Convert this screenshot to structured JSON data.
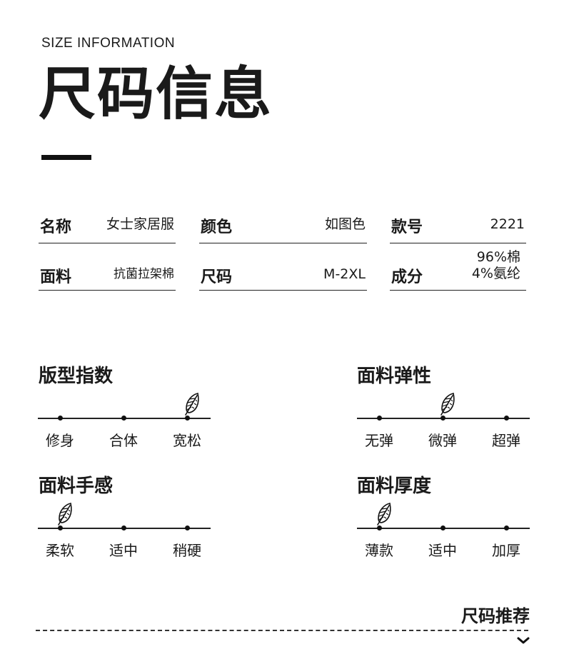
{
  "header": {
    "eyebrow": "SIZE INFORMATION",
    "title": "尺码信息"
  },
  "specs": [
    {
      "key": "名称",
      "value": "女士家居服"
    },
    {
      "key": "颜色",
      "value": "如图色"
    },
    {
      "key": "款号",
      "value": "2221"
    },
    {
      "key": "面料",
      "value": "抗菌拉架棉"
    },
    {
      "key": "尺码",
      "value": "M-2XL"
    },
    {
      "key": "成分",
      "value_lines": [
        "96%棉",
        "4%氨纶"
      ]
    }
  ],
  "scales": [
    {
      "title": "版型指数",
      "options": [
        "修身",
        "合体",
        "宽松"
      ],
      "selected_index": 2
    },
    {
      "title": "面料弹性",
      "options": [
        "无弹",
        "微弹",
        "超弹"
      ],
      "selected_index": 1
    },
    {
      "title": "面料手感",
      "options": [
        "柔软",
        "适中",
        "稍硬"
      ],
      "selected_index": 0
    },
    {
      "title": "面料厚度",
      "options": [
        "薄款",
        "适中",
        "加厚"
      ],
      "selected_index": 0
    }
  ],
  "recommend": {
    "title": "尺码推荐"
  },
  "icons": {
    "marker": "feather-icon",
    "expand": "chevron-down-icon"
  },
  "colors": {
    "text": "#1a1a1a",
    "background": "#ffffff"
  }
}
